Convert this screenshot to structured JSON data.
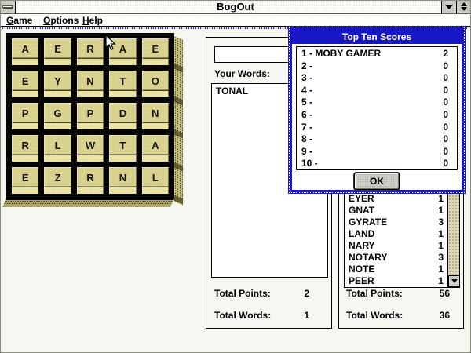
{
  "window": {
    "title": "BogOut"
  },
  "menu": {
    "items": [
      {
        "initial": "G",
        "rest": "ame"
      },
      {
        "initial": "O",
        "rest": "ptions"
      },
      {
        "initial": "H",
        "rest": "elp"
      }
    ]
  },
  "board": {
    "letters": [
      "A",
      "E",
      "R",
      "A",
      "E",
      "E",
      "Y",
      "N",
      "T",
      "O",
      "P",
      "G",
      "P",
      "D",
      "N",
      "R",
      "L",
      "W",
      "T",
      "A",
      "E",
      "Z",
      "R",
      "N",
      "L"
    ]
  },
  "player_panel": {
    "input_value": "",
    "words_label": "Your Words:",
    "words": [
      {
        "word": "TONAL"
      }
    ],
    "total_points_label": "Total Points:",
    "total_points": "2",
    "total_words_label": "Total Words:",
    "total_words": "1"
  },
  "computer_panel": {
    "visible_words": [
      {
        "word": "EYER",
        "points": "1"
      },
      {
        "word": "GNAT",
        "points": "1"
      },
      {
        "word": "GYRATE",
        "points": "3"
      },
      {
        "word": "LAND",
        "points": "1"
      },
      {
        "word": "NARY",
        "points": "1"
      },
      {
        "word": "NOTARY",
        "points": "3"
      },
      {
        "word": "NOTE",
        "points": "1"
      },
      {
        "word": "PEER",
        "points": "1"
      }
    ],
    "total_points_label": "Total Points:",
    "total_points": "56",
    "total_words_label": "Total Words:",
    "total_words": "36"
  },
  "dialog": {
    "title": "Top Ten Scores",
    "entries": [
      {
        "label": "1 - MOBY GAMER",
        "score": "2"
      },
      {
        "label": "2 -",
        "score": "0"
      },
      {
        "label": "3 -",
        "score": "0"
      },
      {
        "label": "4 -",
        "score": "0"
      },
      {
        "label": "5 -",
        "score": "0"
      },
      {
        "label": "6 -",
        "score": "0"
      },
      {
        "label": "7 -",
        "score": "0"
      },
      {
        "label": "8 -",
        "score": "0"
      },
      {
        "label": "9 -",
        "score": "0"
      },
      {
        "label": "10 -",
        "score": "0"
      }
    ],
    "ok_label": "OK"
  },
  "colors": {
    "dialog_blue": "#1717c3",
    "tile_khaki": "#d8d18d",
    "tile_bevel": "#e9e2a3"
  }
}
